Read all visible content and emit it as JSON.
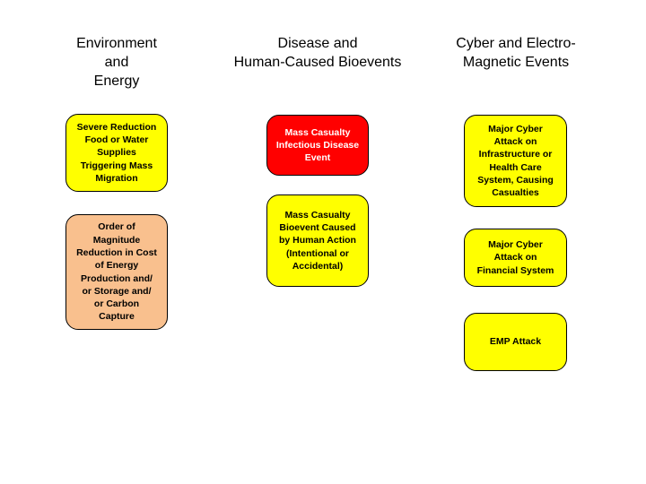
{
  "columns": [
    {
      "header": "Environment\nand\nEnergy",
      "boxes": [
        {
          "label": "Severe Reduction\nFood or Water\nSupplies\nTriggering Mass\nMigration",
          "color": "#ffff00"
        },
        {
          "label": "Order of\nMagnitude\nReduction in Cost\nof Energy\nProduction and/\nor Storage and/\nor Carbon\nCapture",
          "color": "#f9c08e"
        }
      ]
    },
    {
      "header": "Disease and\nHuman-Caused Bioevents",
      "boxes": [
        {
          "label": "Mass Casualty\nInfectious Disease\nEvent",
          "color": "#ff0000",
          "text_color": "#ffffff"
        },
        {
          "label": "Mass Casualty\nBioevent Caused\nby Human Action\n(Intentional or\nAccidental)",
          "color": "#ffff00"
        }
      ]
    },
    {
      "header": "Cyber and Electro-\nMagnetic Events",
      "boxes": [
        {
          "label": "Major Cyber\nAttack on\nInfrastructure or\nHealth Care\nSystem, Causing\nCasualties",
          "color": "#ffff00"
        },
        {
          "label": "Major Cyber\nAttack on\nFinancial System",
          "color": "#ffff00"
        },
        {
          "label": "EMP Attack",
          "color": "#ffff00"
        }
      ]
    }
  ]
}
